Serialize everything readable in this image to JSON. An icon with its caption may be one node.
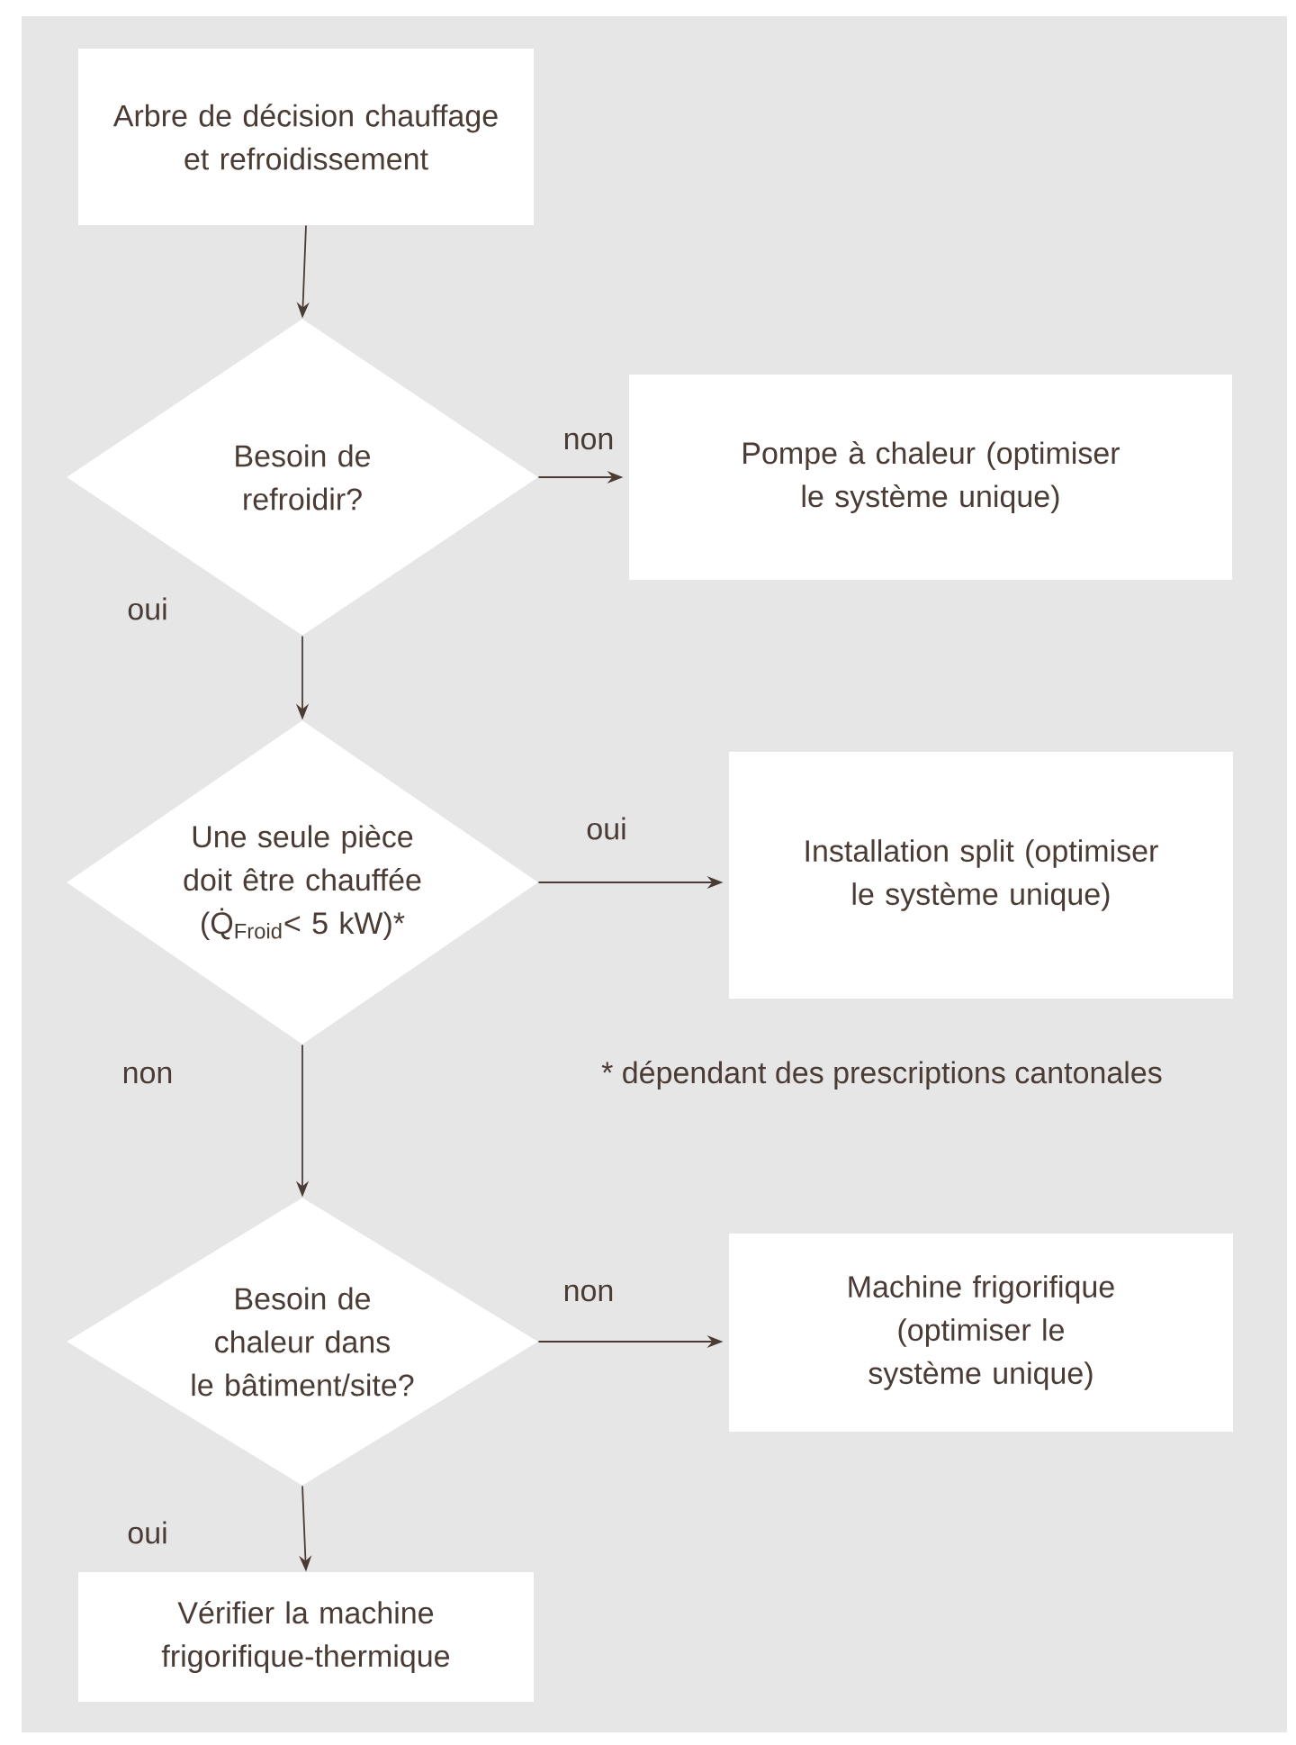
{
  "diagram": {
    "nodes": [
      {
        "text": [
          "Arbre de décision chauffage et refroidissement"
        ]
      },
      {
        "text": [
          "Besoin de refroidir?"
        ]
      },
      {
        "text": [
          "Pompe à chaleur (optimiser le système unique)"
        ]
      },
      {
        "text": [
          "Une seule pièce doit être chauffée (Q̇$_{Froid}$< 5 kW)*"
        ]
      },
      {
        "text": [
          "Installation split (optimiser le système unique)"
        ]
      },
      {
        "text": [
          "Besoin de chaleur dans le bâtiment/site?"
        ]
      },
      {
        "text": [
          "Machine frigorifique (optimiser le système unique)"
        ]
      },
      {
        "text": [
          "Vérifier la machine frigorifique-thermique"
        ]
      }
    ],
    "edges": [
      {
        "from": 0,
        "to": 1,
        "arrow": "to"
      },
      {
        "from": 1,
        "to": 2,
        "arrow": "to",
        "label": "non"
      },
      {
        "from": 1,
        "to": 3,
        "arrow": "to",
        "label": "oui"
      },
      {
        "from": 3,
        "to": 4,
        "arrow": "to",
        "label": "oui"
      },
      {
        "from": 3,
        "to": 5,
        "arrow": "to",
        "label": "non"
      },
      {
        "from": 5,
        "to": 6,
        "arrow": "to",
        "label": "non"
      },
      {
        "from": 5,
        "to": 7,
        "arrow": "to",
        "label": "oui"
      }
    ],
    "labels": [
      "* dépendant des prescriptions cantonales"
    ]
  }
}
